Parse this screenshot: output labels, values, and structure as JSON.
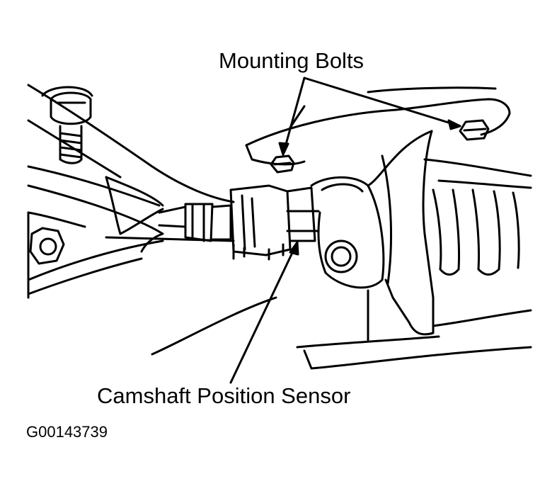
{
  "diagram": {
    "callouts": {
      "mounting_bolts": "Mounting Bolts",
      "camshaft_position_sensor": "Camshaft Position Sensor"
    },
    "figure_id": "G00143739",
    "colors": {
      "line": "#000000",
      "background": "#ffffff"
    }
  }
}
